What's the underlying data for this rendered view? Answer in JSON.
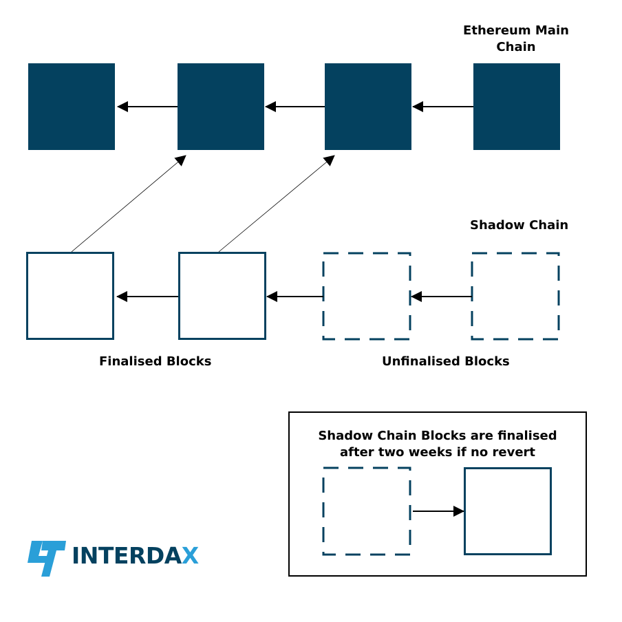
{
  "labels": {
    "main_chain": "Ethereum Main Chain",
    "shadow_chain": "Shadow Chain",
    "finalised": "Finalised Blocks",
    "unfinalised": "Unfinalised Blocks"
  },
  "legend": {
    "text_line1": "Shadow Chain Blocks are finalised",
    "text_line2": "after two weeks if no revert"
  },
  "logo": {
    "text": "INTERDA",
    "text_accent": "X"
  },
  "colors": {
    "block": "#04415f",
    "logo_dark": "#04415f",
    "logo_accent": "#2a9fd8"
  }
}
